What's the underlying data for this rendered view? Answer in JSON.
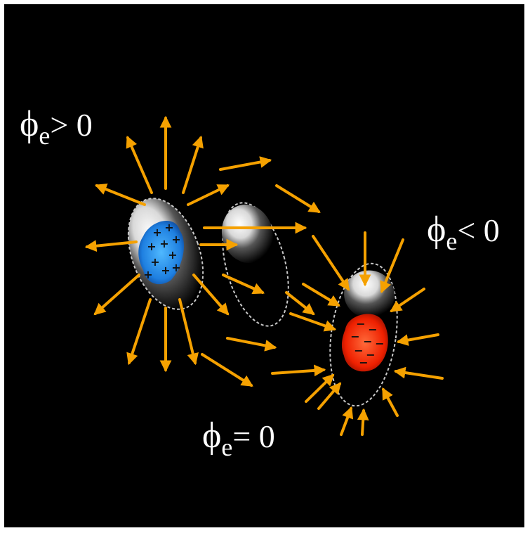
{
  "labels": {
    "positive": {
      "phi": "ϕ",
      "sub": "e",
      "rest": "> 0"
    },
    "negative": {
      "phi": "ϕ",
      "sub": "e",
      "rest": "< 0"
    },
    "neutral": {
      "phi": "ϕ",
      "sub": "e",
      "rest": "= 0"
    }
  },
  "charges": {
    "positive": "+",
    "negative": "−"
  },
  "colors": {
    "background": "#000000",
    "arrow": "#f5a100",
    "positive_charge": "#1e90ff",
    "negative_charge": "#ff2000",
    "label": "#ffffff"
  }
}
